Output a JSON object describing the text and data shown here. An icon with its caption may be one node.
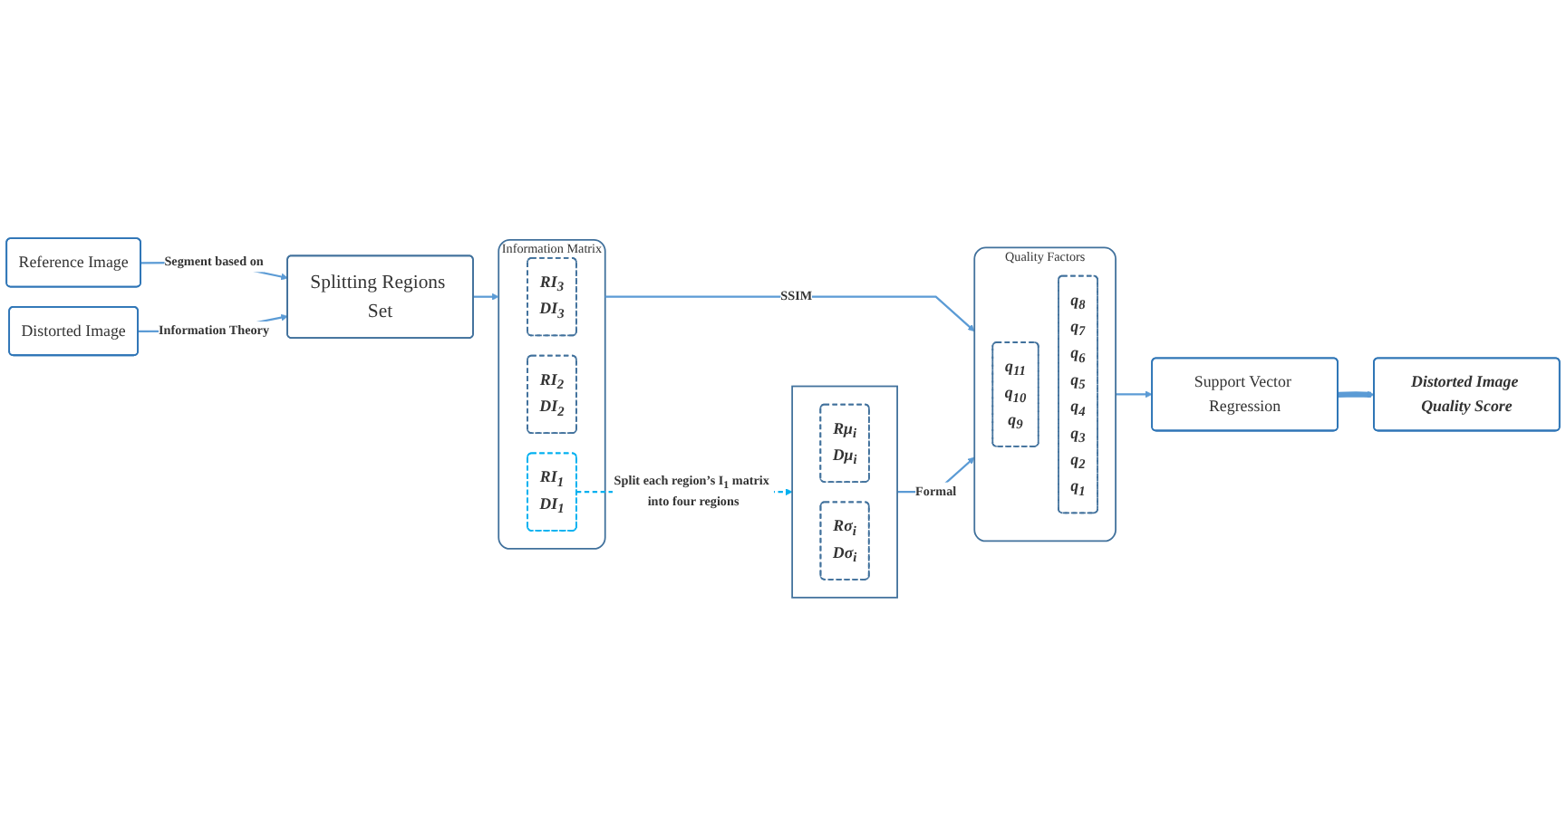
{
  "diagram": {
    "nodes": [
      {
        "text": [
          "Reference Image"
        ]
      },
      {
        "text": [
          "Distorted Image"
        ]
      },
      {
        "text": [
          "Splitting Regions Set"
        ]
      },
      {
        "text": [
          "Information Matrix"
        ]
      },
      {
        "text": [
          "RI$_{3}$",
          "DI$_{3}$"
        ],
        "in": 3
      },
      {
        "text": [
          "RI$_{2}$",
          "DI$_{2}$"
        ],
        "in": 3
      },
      {
        "text": [
          "RI$_{1}$",
          "DI$_{1}$"
        ],
        "in": 3
      },
      {
        "text": [
          "Quality Factors"
        ]
      },
      {
        "text": [
          "q$_{11}$",
          "q$_{10}$",
          "q$_{9}$"
        ],
        "in": 7
      },
      {
        "text": [
          "q$_{8}$",
          "q$_{7}$",
          "q$_{6}$",
          "q$_{5}$",
          "q$_{4}$",
          "q$_{3}$",
          "q$_{2}$",
          "q$_{1}$"
        ],
        "in": 7
      },
      {
        "text": [],
        "shape": "box"
      },
      {
        "text": [
          "Rμ$_{i}$",
          "Dμ$_{i}$"
        ],
        "in": 10
      },
      {
        "text": [
          "Rσ$_{i}$",
          "Dσ$_{i}$"
        ],
        "in": 10
      },
      {
        "text": [
          "Support Vector Regression"
        ]
      },
      {
        "text": [
          "Distorted Image Quality Score"
        ]
      }
    ],
    "edges": [
      {
        "from": 0,
        "to": 2,
        "arrow": "to",
        "label": "Segment based on"
      },
      {
        "from": 1,
        "to": 2,
        "arrow": "to",
        "label": "Information Theory"
      },
      {
        "from": 2,
        "to": 3,
        "arrow": "to"
      },
      {
        "from": 3,
        "to": 7,
        "arrow": "to",
        "label": "SSIM"
      },
      {
        "from": 6,
        "to": 10,
        "arrow": "to",
        "label": "Split each region’s I$_{1}$ matrix into four regions",
        "style": "dashed",
        "color": "#00b0f0"
      },
      {
        "from": 10,
        "to": 7,
        "arrow": "to",
        "label": "Formal"
      },
      {
        "from": 7,
        "to": 13,
        "arrow": "to"
      },
      {
        "from": 13,
        "to": 14,
        "arrow": "to",
        "style": "thick"
      }
    ]
  }
}
